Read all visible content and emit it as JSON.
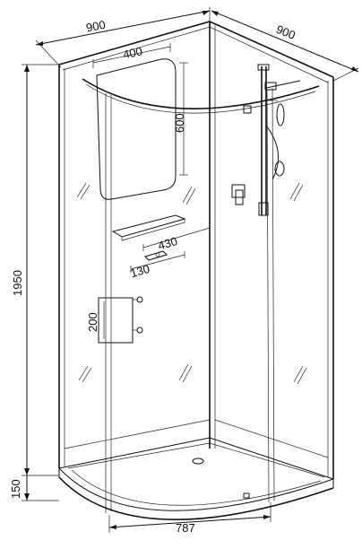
{
  "dimensions": {
    "width_left": "900",
    "width_right": "900",
    "panel_width": "400",
    "panel_height": "600",
    "total_height": "1950",
    "shelf_width": "430",
    "soap_width": "130",
    "handle_height": "200",
    "base_height": "150",
    "door_width": "787"
  }
}
